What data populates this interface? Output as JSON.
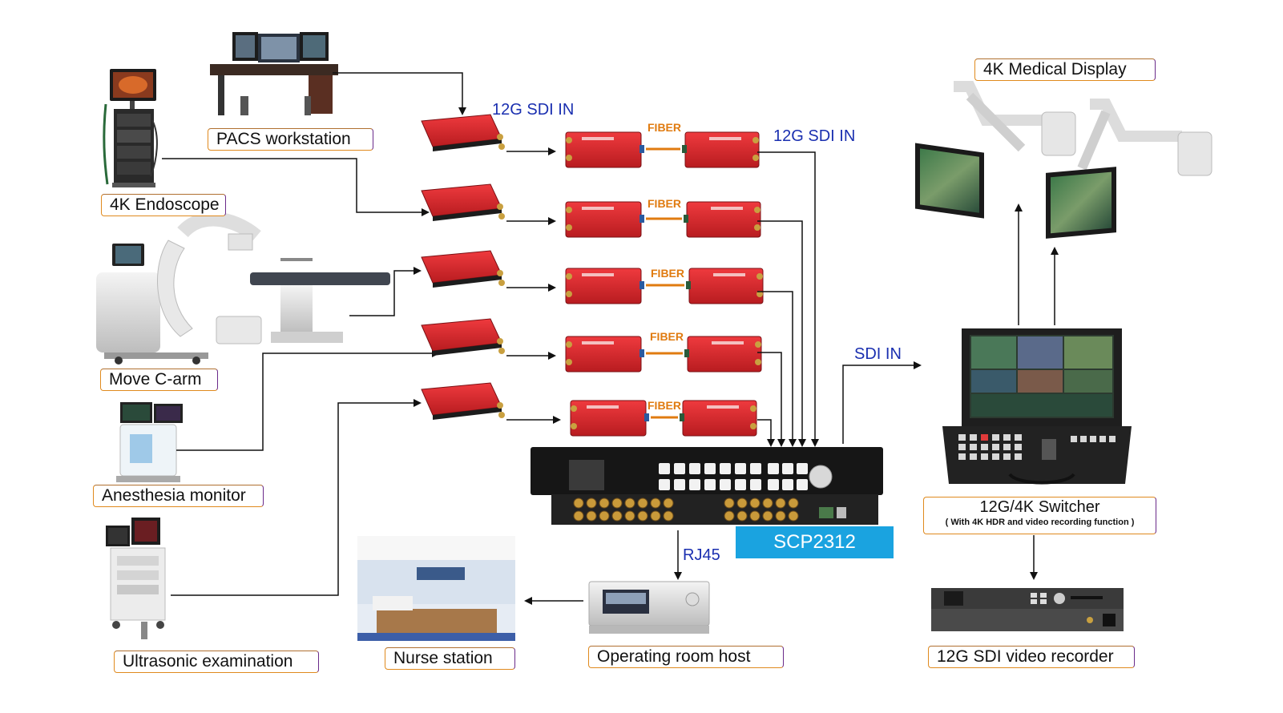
{
  "sources": {
    "pacs": "PACS workstation",
    "endoscope": "4K Endoscope",
    "carm": "Move C-arm",
    "anesthesia": "Anesthesia monitor",
    "ultrasonic": "Ultrasonic examination"
  },
  "signals": {
    "sdi_in_12g_a": "12G SDI IN",
    "sdi_in_12g_b": "12G SDI IN",
    "fiber": "FIBER",
    "sdi_in": "SDI IN",
    "rj45": "RJ45"
  },
  "matrix": {
    "model": "SCP2312"
  },
  "outputs": {
    "display": "4K Medical Display",
    "switcher_title": "12G/4K Switcher",
    "switcher_note": "( With 4K HDR and video recording function )",
    "recorder": "12G SDI video recorder",
    "host": "Operating room host",
    "nurse": "Nurse station"
  },
  "colors": {
    "converter_red": "#d8262b",
    "fiber_orange": "#e07b10",
    "signal_blue": "#1a2fb0",
    "model_blue": "#1aa3e0"
  }
}
